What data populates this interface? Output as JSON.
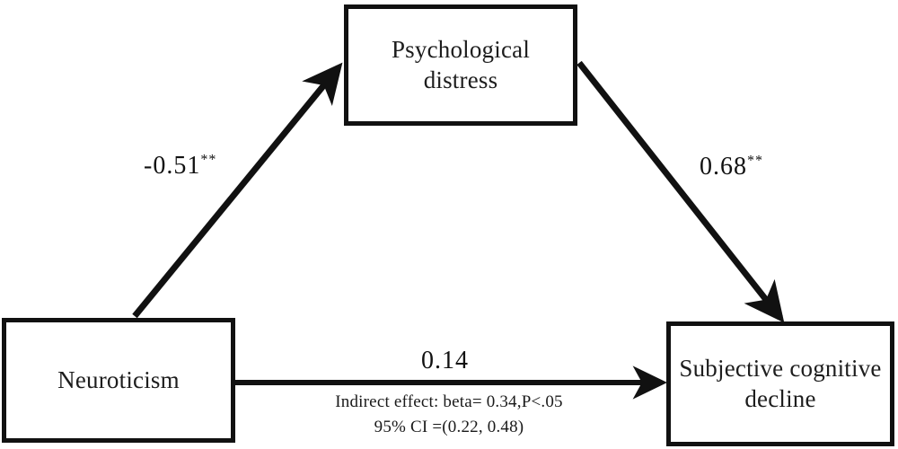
{
  "figure": {
    "type": "mediation-path-diagram",
    "background_color": "#ffffff",
    "line_color": "#111111",
    "text_color": "#1a1a1a"
  },
  "nodes": {
    "distress": {
      "label": "Psychological distress"
    },
    "neuroticism": {
      "label": "Neuroticism"
    },
    "scd": {
      "label": "Subjective cognitive decline"
    }
  },
  "paths": {
    "a": {
      "coefficient": "-0.51",
      "significance": "**",
      "from": "Neuroticism",
      "to": "Psychological distress"
    },
    "b": {
      "coefficient": "0.68",
      "significance": "**",
      "from": "Psychological distress",
      "to": "Subjective cognitive decline"
    },
    "c": {
      "coefficient": "0.14",
      "significance": "",
      "from": "Neuroticism",
      "to": "Subjective cognitive decline"
    }
  },
  "annotation": {
    "line1": "Indirect effect: beta= 0.34,P<.05",
    "line2": "95% CI =(0.22, 0.48)"
  },
  "chart_data": {
    "type": "diagram",
    "title": "",
    "nodes": [
      "Neuroticism",
      "Psychological distress",
      "Subjective cognitive decline"
    ],
    "edges": [
      {
        "source": "Neuroticism",
        "target": "Psychological distress",
        "value": -0.51,
        "label": "-0.51**"
      },
      {
        "source": "Psychological distress",
        "target": "Subjective cognitive decline",
        "value": 0.68,
        "label": "0.68**"
      },
      {
        "source": "Neuroticism",
        "target": "Subjective cognitive decline",
        "value": 0.14,
        "label": "0.14"
      }
    ],
    "indirect_effect": {
      "beta": 0.34,
      "p": "<.05",
      "ci_level": "95%",
      "ci_lower": 0.22,
      "ci_upper": 0.48
    }
  }
}
